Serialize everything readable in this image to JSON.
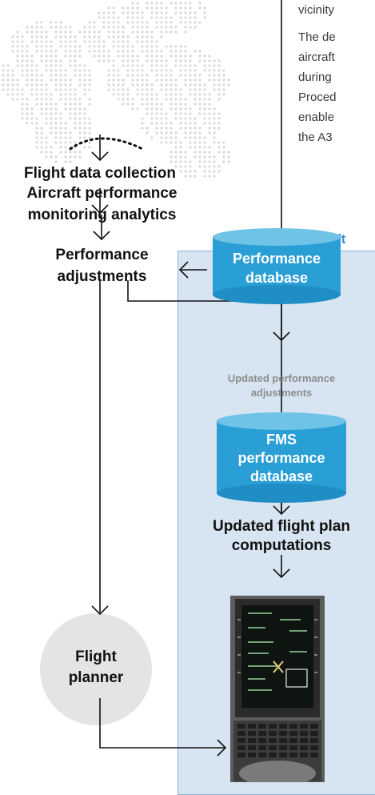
{
  "side_text": {
    "lines": [
      "vicinity",
      "The de",
      "aircraft",
      "during",
      "Proced",
      "enable",
      "the A3"
    ]
  },
  "steps": {
    "collection": "Flight data collection",
    "analytics_line1": "Aircraft performance",
    "analytics_line2": "monitoring analytics",
    "adjust_line1": "Performance",
    "adjust_line2": "adjustments"
  },
  "performance_database": {
    "line1": "Performance",
    "line2": "database"
  },
  "aircraft": {
    "title": "Aircraft",
    "updated_adjust_line1": "Updated performance",
    "updated_adjust_line2": "adjustments",
    "fms_db_line1": "FMS",
    "fms_db_line2": "performance",
    "fms_db_line3": "database",
    "computations_line1": "Updated flight plan",
    "computations_line2": "computations"
  },
  "planner": {
    "line1": "Flight",
    "line2": "planner"
  },
  "colors": {
    "cylinder_top": "#6fc3e6",
    "cylinder_body": "#2a9fd6",
    "panel_bg": "#d7e5f2",
    "panel_border": "#8ab4dc",
    "aircraft_title": "#3b8ed0",
    "planner_circle": "#e4e4e4",
    "map_dots": "#d4d4d4"
  },
  "icons": [
    "world-map-dots",
    "arrow-down-icon",
    "arrow-left-icon",
    "arrow-right-icon",
    "fms-cockpit-display"
  ]
}
